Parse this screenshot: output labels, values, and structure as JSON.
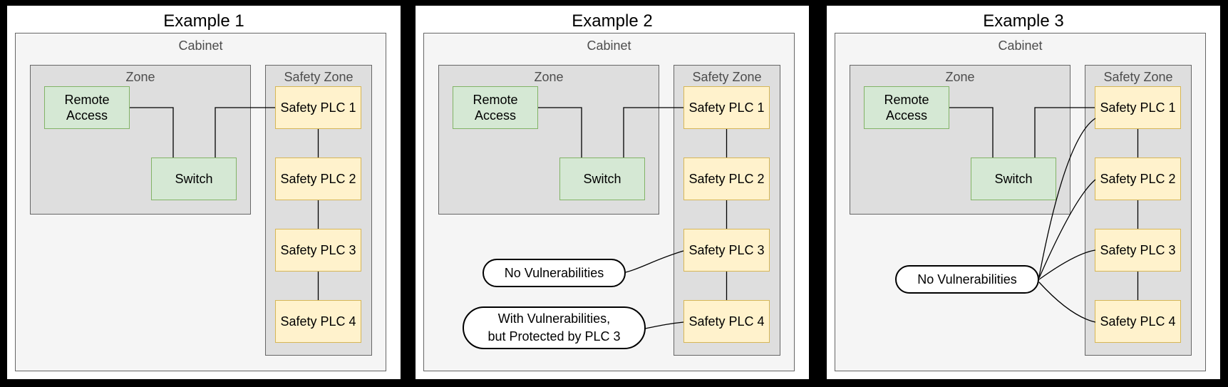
{
  "diagram": {
    "description_colors": {
      "background": "#000000",
      "panel_bg": "#ffffff",
      "cabinet_fill": "#f5f5f5",
      "container_border": "#666666",
      "zone_fill": "#dedede",
      "device_green_fill": "#d5e8d4",
      "device_green_border": "#82b366",
      "plc_yellow_fill": "#fff2cc",
      "plc_yellow_border": "#d6b656",
      "connector_line": "#000000",
      "container_label_text": "#4d4d4d"
    },
    "panels": [
      {
        "title": "Example 1",
        "cabinet_label": "Cabinet",
        "zone_label": "Zone",
        "safety_zone_label": "Safety Zone",
        "remote_access_label": "Remote\nAccess",
        "switch_label": "Switch",
        "plcs": [
          "Safety PLC 1",
          "Safety PLC 2",
          "Safety PLC 3",
          "Safety PLC 4"
        ]
      },
      {
        "title": "Example 2",
        "cabinet_label": "Cabinet",
        "zone_label": "Zone",
        "safety_zone_label": "Safety Zone",
        "remote_access_label": "Remote\nAccess",
        "switch_label": "Switch",
        "plcs": [
          "Safety PLC 1",
          "Safety PLC 2",
          "Safety PLC 3",
          "Safety PLC 4"
        ],
        "callout_no_vuln": "No Vulnerabilities",
        "callout_with_vuln": "With Vulnerabilities,\nbut Protected by PLC 3"
      },
      {
        "title": "Example 3",
        "cabinet_label": "Cabinet",
        "zone_label": "Zone",
        "safety_zone_label": "Safety Zone",
        "remote_access_label": "Remote\nAccess",
        "switch_label": "Switch",
        "plcs": [
          "Safety PLC 1",
          "Safety PLC 2",
          "Safety PLC 3",
          "Safety PLC 4"
        ],
        "callout_no_vuln": "No Vulnerabilities"
      }
    ]
  }
}
